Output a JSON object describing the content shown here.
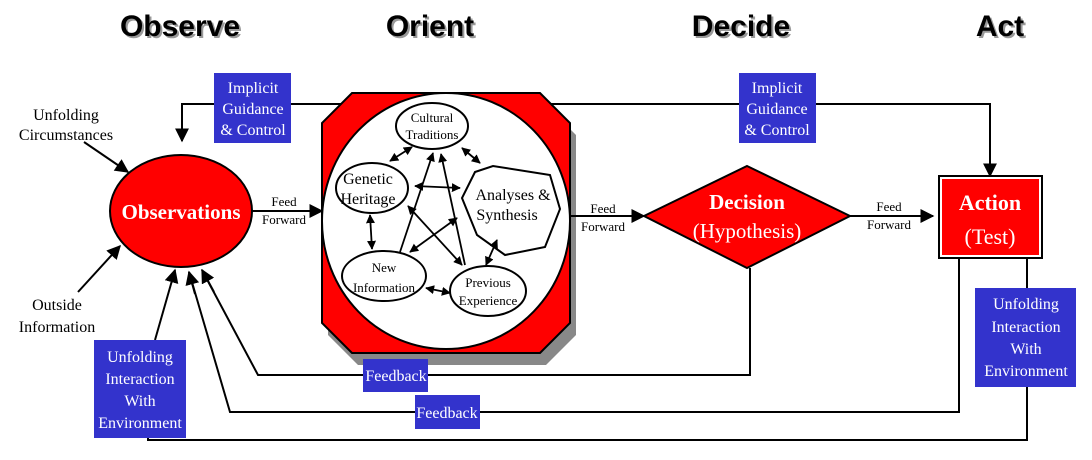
{
  "phases": {
    "observe": "Observe",
    "orient": "Orient",
    "decide": "Decide",
    "act": "Act"
  },
  "inputs": {
    "unfolding_circumstances": [
      "Unfolding",
      "Circumstances"
    ],
    "outside_information": [
      "Outside",
      "Information"
    ]
  },
  "nodes": {
    "observations": "Observations",
    "decision": {
      "title": "Decision",
      "subtitle": "(Hypothesis)"
    },
    "action": {
      "title": "Action",
      "subtitle": "(Test)"
    }
  },
  "orient_nodes": {
    "cultural_traditions": [
      "Cultural",
      "Traditions"
    ],
    "genetic_heritage": [
      "Genetic",
      "Heritage"
    ],
    "analyses_synthesis": [
      "Analyses &",
      "Synthesis"
    ],
    "new_information": [
      "New",
      "Information"
    ],
    "previous_experience": [
      "Previous",
      "Experience"
    ]
  },
  "flows": {
    "feed_forward": [
      "Feed",
      "Forward"
    ],
    "feedback": "Feedback"
  },
  "boxes": {
    "implicit_guidance": [
      "Implicit",
      "Guidance",
      "& Control"
    ],
    "unfolding_interaction": [
      "Unfolding",
      "Interaction",
      "With",
      "Environment"
    ]
  },
  "colors": {
    "node_red": "#ff0000",
    "label_blue": "#3333cc",
    "shadow_gray": "#888888"
  }
}
